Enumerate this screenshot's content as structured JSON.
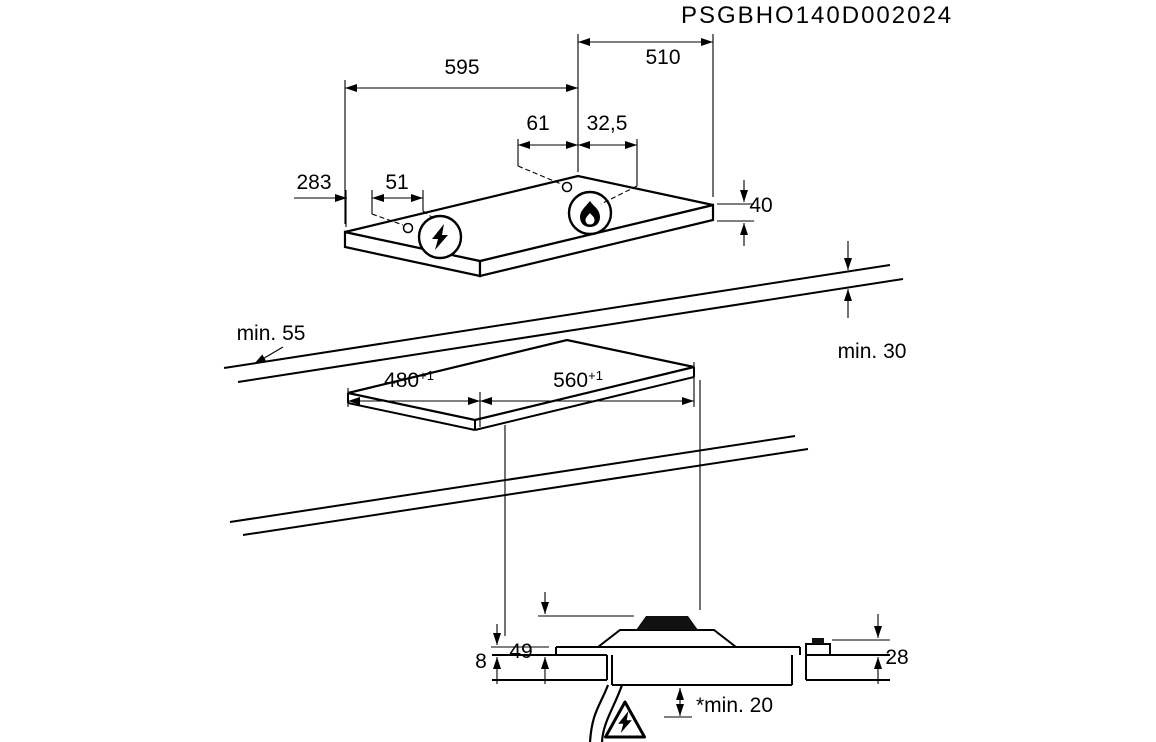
{
  "colors": {
    "line": "#000000",
    "background": "#ffffff"
  },
  "header": {
    "model_code": "PSGBHO140D002024"
  },
  "top_view": {
    "dim_width": "595",
    "dim_depth": "510",
    "dim_burner_front": "61",
    "dim_burner_offset": "32,5",
    "dim_left": "283",
    "dim_ignition": "51",
    "dim_height": "40",
    "icons": {
      "gas_burner": "flame-icon",
      "ignition": "lightning-icon"
    }
  },
  "cutout_view": {
    "dim_front_clearance": "min. 55",
    "dim_depth": "480",
    "dim_depth_tol": "+1",
    "dim_width": "560",
    "dim_width_tol": "+1",
    "dim_rear_clearance": "min. 30"
  },
  "section_view": {
    "dim_glass": "8",
    "dim_burner": "49",
    "dim_connection": "28",
    "dim_clearance": "*min. 20",
    "icons": {
      "hazard": "electric-warning-icon"
    }
  }
}
